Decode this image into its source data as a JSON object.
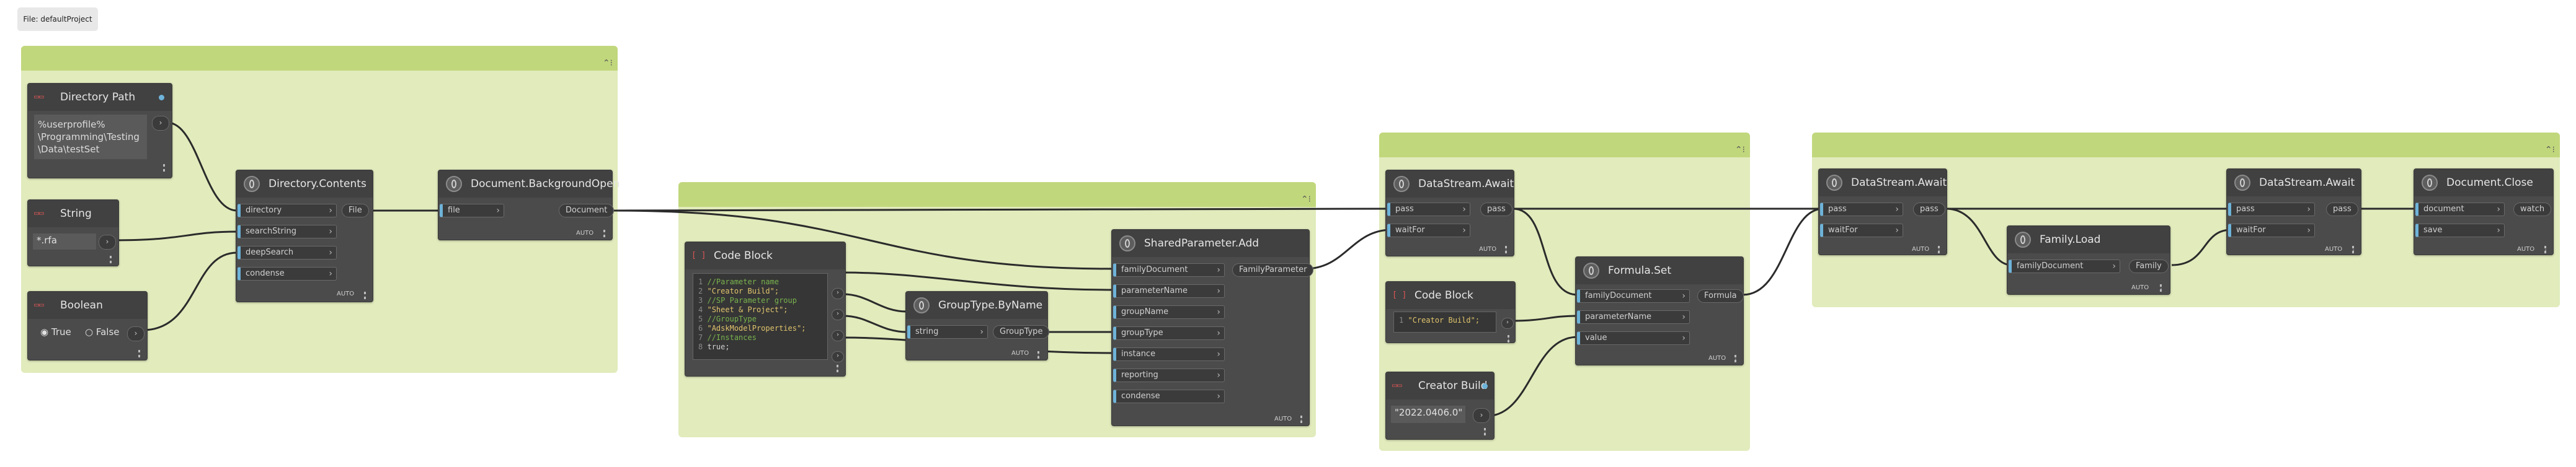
{
  "file_tag": "File: defaultProject",
  "nodes": {
    "directory_path": {
      "title": "Directory Path",
      "value": "%userprofile%\\Programming\\Testing\\Data\\testSet",
      "lines": [
        "%userprofile%",
        "\\Programming\\Testing",
        "\\Data\\testSet"
      ]
    },
    "string": {
      "title": "String",
      "value": "*.rfa"
    },
    "boolean": {
      "title": "Boolean",
      "true_label": "True",
      "false_label": "False"
    },
    "directory_contents": {
      "title": "Directory.Contents",
      "inputs": [
        "directory",
        "searchString",
        "deepSearch",
        "condense"
      ],
      "output": "File",
      "auto": "AUTO"
    },
    "background_open": {
      "title": "Document.BackgroundOpen",
      "inputs": [
        "file"
      ],
      "output": "Document",
      "auto": "AUTO"
    },
    "code_block_1": {
      "title": "Code Block",
      "lines": [
        {
          "n": "1",
          "t": "//Parameter name"
        },
        {
          "n": "2",
          "t": "\"Creator Build\";"
        },
        {
          "n": "3",
          "t": "//SP Parameter group"
        },
        {
          "n": "4",
          "t": "\"Sheet & Project\";"
        },
        {
          "n": "5",
          "t": "//GroupType"
        },
        {
          "n": "6",
          "t": "\"AdskModelProperties\";"
        },
        {
          "n": "7",
          "t": "//Instances"
        },
        {
          "n": "8",
          "t": "true;"
        }
      ]
    },
    "group_type": {
      "title": "GroupType.ByName",
      "inputs": [
        "string"
      ],
      "output": "GroupType",
      "auto": "AUTO"
    },
    "shared_param": {
      "title": "SharedParameter.Add",
      "inputs": [
        "familyDocument",
        "parameterName",
        "groupName",
        "groupType",
        "instance",
        "reporting",
        "condense"
      ],
      "output": "FamilyParameter",
      "auto": "AUTO"
    },
    "await_1": {
      "title": "DataStream.Await",
      "inputs": [
        "pass",
        "waitFor"
      ],
      "output": "pass",
      "auto": "AUTO"
    },
    "code_block_2": {
      "title": "Code Block",
      "lines": [
        {
          "n": "1",
          "t": "\"Creator Build\";"
        }
      ]
    },
    "creator_build": {
      "title": "Creator Build",
      "value": "\"2022.0406.0\""
    },
    "formula_set": {
      "title": "Formula.Set",
      "inputs": [
        "familyDocument",
        "parameterName",
        "value"
      ],
      "output": "Formula",
      "auto": "AUTO"
    },
    "await_2": {
      "title": "DataStream.Await",
      "inputs": [
        "pass",
        "waitFor"
      ],
      "output": "pass",
      "auto": "AUTO"
    },
    "family_load": {
      "title": "Family.Load",
      "inputs": [
        "familyDocument"
      ],
      "output": "Family",
      "auto": "AUTO"
    },
    "await_3": {
      "title": "DataStream.Await",
      "inputs": [
        "pass",
        "waitFor"
      ],
      "output": "pass",
      "auto": "AUTO"
    },
    "doc_close": {
      "title": "Document.Close",
      "inputs": [
        "document",
        "save"
      ],
      "output": "watch",
      "auto": "AUTO"
    }
  },
  "colors": {
    "group_head": "#c1d77c",
    "group_body": "#e1ebbc",
    "node": "#4b4b4b",
    "port_accent": "#6eb3d9"
  }
}
